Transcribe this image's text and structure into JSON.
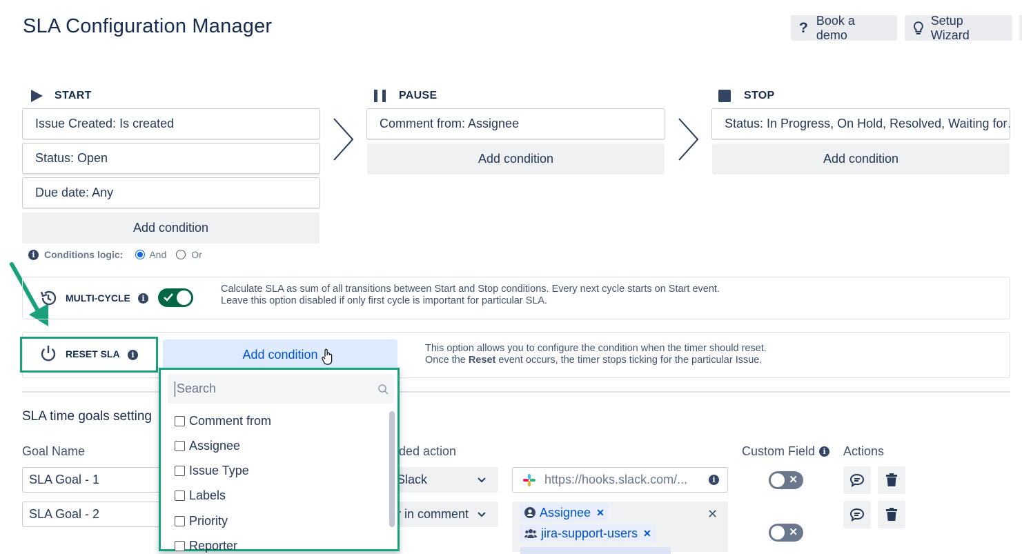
{
  "page": {
    "title": "SLA Configuration Manager"
  },
  "top_buttons": {
    "demo": {
      "icon": "question-icon",
      "label": "Book a demo"
    },
    "wizard": {
      "icon": "lightbulb-icon",
      "label": "Setup Wizard"
    }
  },
  "start": {
    "heading": "START",
    "conditions": [
      "Issue Created: Is created",
      "Status: Open",
      "Due date: Any"
    ],
    "add_label": "Add condition"
  },
  "pause": {
    "heading": "PAUSE",
    "conditions": [
      "Comment from: Assignee"
    ],
    "add_label": "Add condition"
  },
  "stop": {
    "heading": "STOP",
    "conditions": [
      "Status: In Progress, On Hold, Resolved, Waiting for…"
    ],
    "add_label": "Add condition"
  },
  "conditions_logic": {
    "label": "Conditions logic:",
    "options": [
      "And",
      "Or"
    ],
    "selected": "And"
  },
  "multicycle": {
    "label": "MULTI-CYCLE",
    "enabled": true,
    "desc_line1": "Calculate SLA as sum of all transitions between Start and Stop conditions. Every next cycle starts on Start event.",
    "desc_line2": "Leave this option disabled if only first cycle is important for particular SLA."
  },
  "reset": {
    "label": "RESET SLA",
    "add_label": "Add condition",
    "desc_line1": "This option allows you to configure the condition when the timer should reset.",
    "desc_line2_pre": "Once the ",
    "desc_line2_bold": "Reset",
    "desc_line2_post": " event occurs, the timer stops ticking for the particular Issue."
  },
  "dropdown": {
    "search_placeholder": "Search",
    "items": [
      "Comment from",
      "Assignee",
      "Issue Type",
      "Labels",
      "Priority",
      "Reporter"
    ]
  },
  "goals": {
    "section_title": "SLA time goals setting",
    "col_goal": "Goal Name",
    "col_action_partial": "ded action",
    "col_custom": "Custom Field",
    "col_actions": "Actions",
    "rows": [
      {
        "name": "SLA Goal - 1",
        "action": "Slack",
        "target": "https://hooks.slack.com/...",
        "custom_field": false
      },
      {
        "name": "SLA Goal - 2",
        "action": "r in comment",
        "tags": [
          "Assignee",
          "jira-support-users"
        ],
        "custom_field": false
      }
    ]
  },
  "colors": {
    "accent": "#1aa07d",
    "toggle_on": "#006644",
    "link": "#0052cc"
  }
}
